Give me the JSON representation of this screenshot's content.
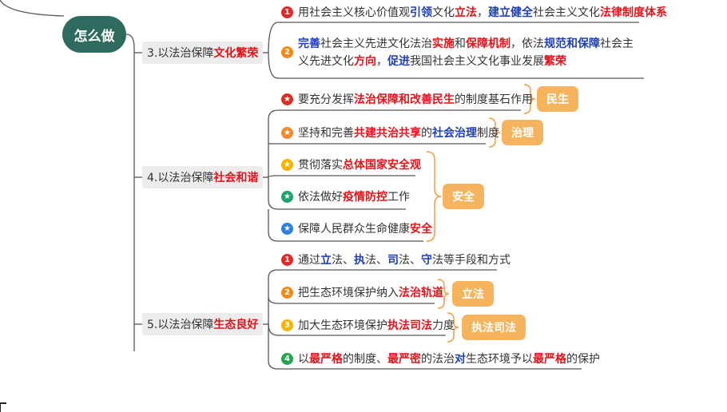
{
  "root": {
    "label": "怎么做"
  },
  "topics": {
    "t3": {
      "prefix": "3.以法治保障",
      "em": "文化繁荣"
    },
    "t4": {
      "prefix": "4.以法治保障",
      "em": "社会和谐"
    },
    "t5": {
      "prefix": "5.以法治保障",
      "em": "生态良好"
    }
  },
  "leaves": {
    "c1": {
      "badge": "1",
      "parts": [
        {
          "t": "用社会主义核心价值观"
        },
        {
          "t": "引领",
          "s": "b"
        },
        {
          "t": "文化"
        },
        {
          "t": "立法",
          "s": "r"
        },
        {
          "t": "，"
        },
        {
          "t": "建立健全",
          "s": "b"
        },
        {
          "t": "社会主义文化"
        },
        {
          "t": "法律制度体系",
          "s": "r"
        }
      ]
    },
    "c2": {
      "badge": "2",
      "parts": [
        {
          "t": "完善",
          "s": "b"
        },
        {
          "t": "社会主义先进文化法治"
        },
        {
          "t": "实施",
          "s": "r"
        },
        {
          "t": "和"
        },
        {
          "t": "保障机制",
          "s": "r"
        },
        {
          "t": "，依法"
        },
        {
          "t": "规范和保障",
          "s": "b"
        },
        {
          "t": "社会主义先进文化"
        },
        {
          "t": "方向",
          "s": "r"
        },
        {
          "t": "，"
        },
        {
          "t": "促进",
          "s": "b"
        },
        {
          "t": "我国社会主义文化事业发展"
        },
        {
          "t": "繁荣",
          "s": "r"
        }
      ]
    },
    "s1": {
      "badge": "★",
      "parts": [
        {
          "t": "要充分发挥"
        },
        {
          "t": "法治保障和改善民生",
          "s": "r"
        },
        {
          "t": "的制度基石作用"
        }
      ]
    },
    "s2": {
      "badge": "★",
      "parts": [
        {
          "t": "坚持和完善"
        },
        {
          "t": "共建共治共享",
          "s": "r"
        },
        {
          "t": "的"
        },
        {
          "t": "社会治理",
          "s": "b"
        },
        {
          "t": "制度"
        }
      ]
    },
    "s3": {
      "badge": "★",
      "parts": [
        {
          "t": "贯彻落实"
        },
        {
          "t": "总体国家安全观",
          "s": "r"
        }
      ]
    },
    "s4": {
      "badge": "★",
      "parts": [
        {
          "t": "依法做好"
        },
        {
          "t": "疫情防控",
          "s": "r"
        },
        {
          "t": "工作"
        }
      ]
    },
    "s5": {
      "badge": "★",
      "parts": [
        {
          "t": "保障人民群众生命健康"
        },
        {
          "t": "安全",
          "s": "r"
        }
      ]
    },
    "e1": {
      "badge": "1",
      "parts": [
        {
          "t": "通过"
        },
        {
          "t": "立",
          "s": "b"
        },
        {
          "t": "法、"
        },
        {
          "t": "执",
          "s": "b"
        },
        {
          "t": "法、"
        },
        {
          "t": "司",
          "s": "b"
        },
        {
          "t": "法、"
        },
        {
          "t": "守",
          "s": "b"
        },
        {
          "t": "法等手段和方式"
        }
      ]
    },
    "e2": {
      "badge": "2",
      "parts": [
        {
          "t": "把生态环境保护纳入"
        },
        {
          "t": "法治轨道",
          "s": "r"
        }
      ]
    },
    "e3": {
      "badge": "3",
      "parts": [
        {
          "t": "加大生态环境保护"
        },
        {
          "t": "执法司法",
          "s": "r"
        },
        {
          "t": "力度"
        }
      ]
    },
    "e4": {
      "badge": "4",
      "parts": [
        {
          "t": "以"
        },
        {
          "t": "最严格",
          "s": "r"
        },
        {
          "t": "的制度、"
        },
        {
          "t": "最严密",
          "s": "r"
        },
        {
          "t": "的法治"
        },
        {
          "t": "对",
          "s": "b"
        },
        {
          "t": "生态环境予以"
        },
        {
          "t": "最严格",
          "s": "r"
        },
        {
          "t": "的保护"
        }
      ]
    }
  },
  "tags": {
    "minsheng": "民生",
    "zhili": "治理",
    "anquan": "安全",
    "lifa": "立法",
    "zhifa": "执法司法"
  },
  "colors": {
    "root": "#2e6b5e",
    "tag": "#f6b35e",
    "red": "#e2141b",
    "blue": "#1f3fb5"
  }
}
